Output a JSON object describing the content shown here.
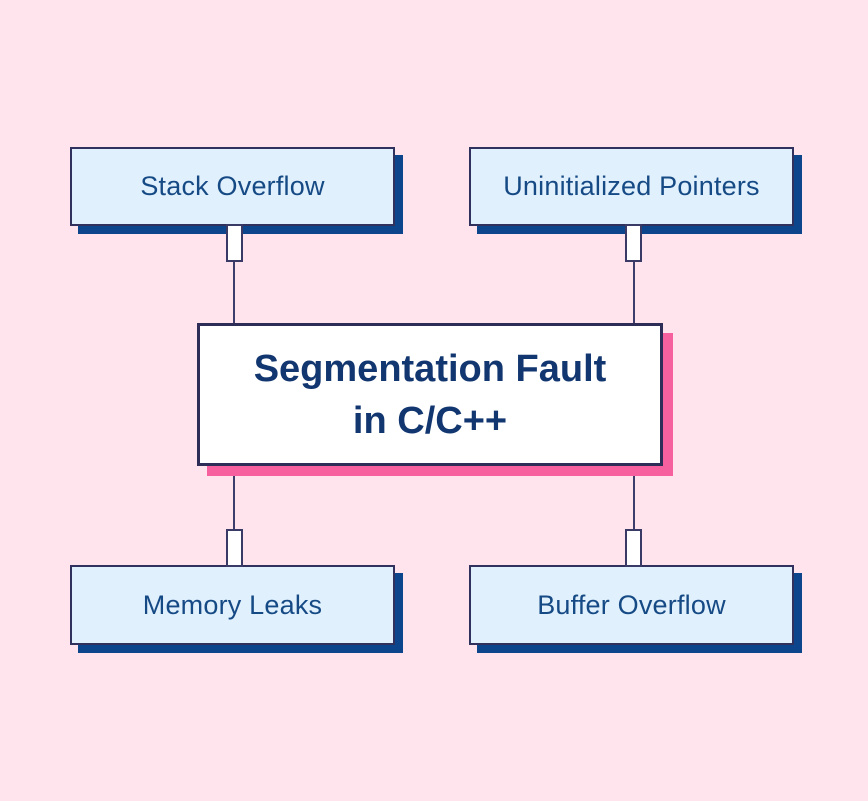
{
  "diagram": {
    "center": {
      "title_line1": "Segmentation Fault",
      "title_line2": "in C/C++"
    },
    "nodes": [
      {
        "id": "stack-overflow",
        "label": "Stack Overflow",
        "position": "top-left"
      },
      {
        "id": "uninitialized-pointers",
        "label": "Uninitialized Pointers",
        "position": "top-right"
      },
      {
        "id": "memory-leaks",
        "label": "Memory Leaks",
        "position": "bottom-left"
      },
      {
        "id": "buffer-overflow",
        "label": "Buffer Overflow",
        "position": "bottom-right"
      }
    ],
    "edges": [
      {
        "from": "stack-overflow",
        "to": "center"
      },
      {
        "from": "uninitialized-pointers",
        "to": "center"
      },
      {
        "from": "memory-leaks",
        "to": "center"
      },
      {
        "from": "buffer-overflow",
        "to": "center"
      }
    ],
    "colors": {
      "background": "#ffe4ee",
      "node_fill": "#e0f0fd",
      "node_border": "#31315e",
      "node_shadow_blue": "#0d458c",
      "center_fill": "#ffffff",
      "center_shadow_pink": "#f7609f",
      "node_text": "#164a85",
      "center_text": "#12366f",
      "connector_line": "#3d3d6b"
    }
  }
}
